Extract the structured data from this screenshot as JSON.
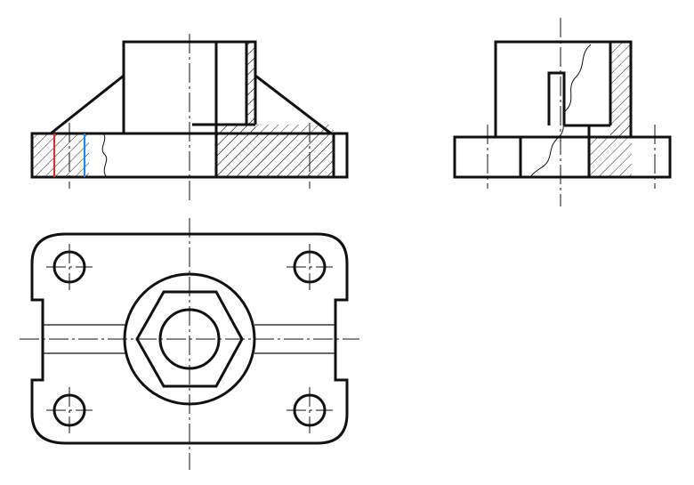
{
  "drawing": {
    "views": [
      "front-view-half-section",
      "side-view-half-section",
      "top-view"
    ],
    "colors": {
      "line": "#111111",
      "background": "#ffffff",
      "highlight_red": "#d32f2f",
      "highlight_blue": "#1e88e5"
    },
    "hatching": "diagonal 45deg",
    "marked_lines": [
      {
        "color": "red",
        "view": "front-view"
      },
      {
        "color": "blue",
        "view": "front-view"
      }
    ]
  }
}
